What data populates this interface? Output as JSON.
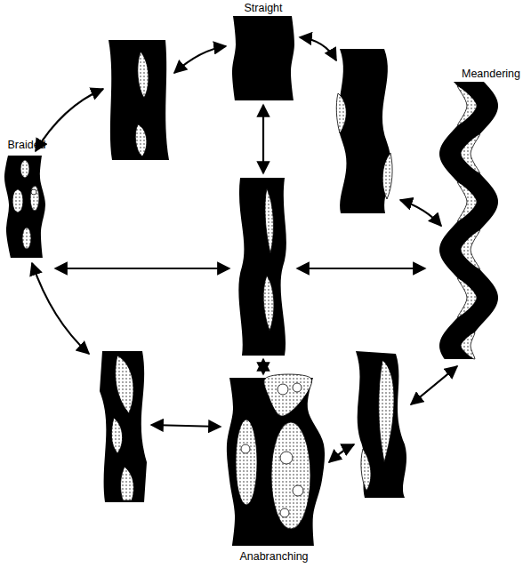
{
  "diagram": {
    "nodes": [
      {
        "text": [
          "Straight"
        ]
      },
      {
        "text": [
          "Meandering"
        ]
      },
      {
        "text": [
          "Braided"
        ]
      },
      {
        "text": [
          "Anabranching"
        ]
      }
    ]
  }
}
